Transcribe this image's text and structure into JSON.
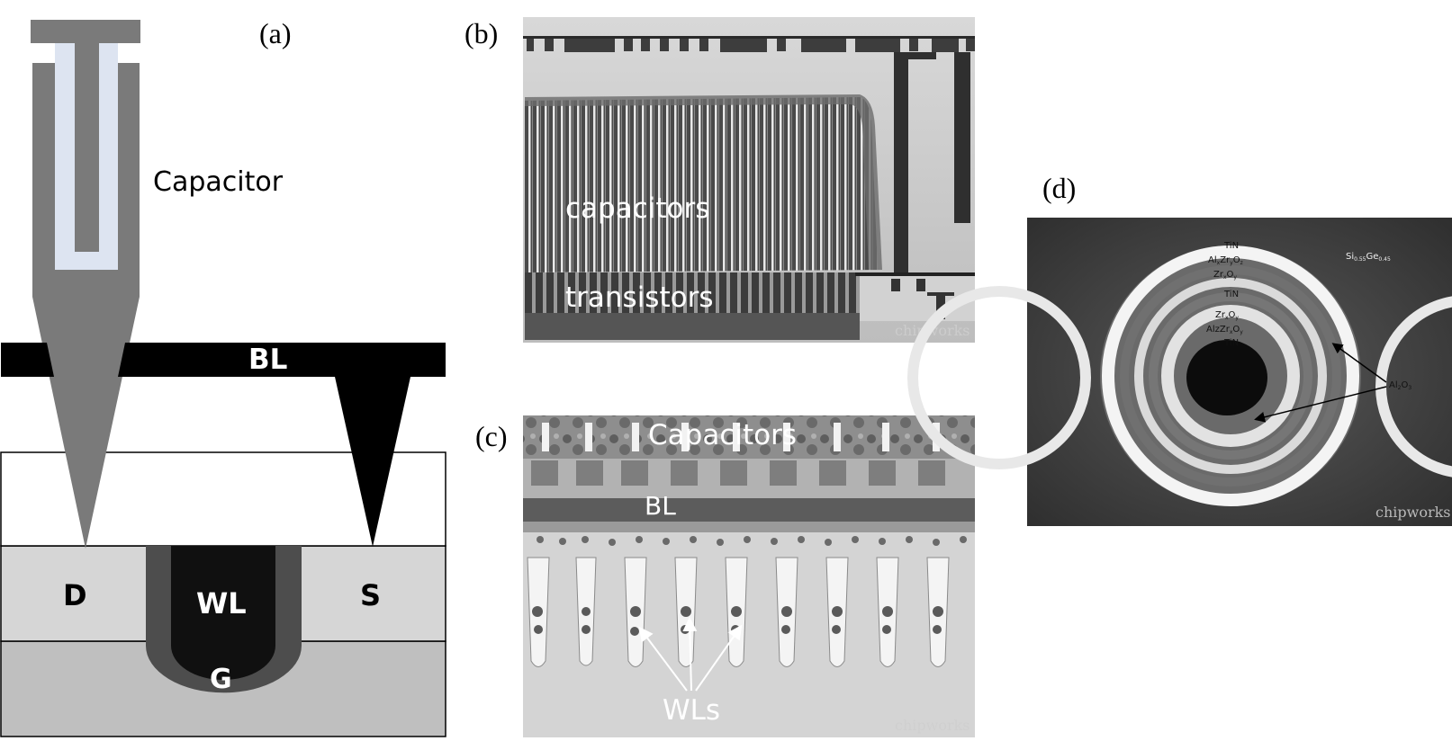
{
  "panels": {
    "a": {
      "tag": "(a)",
      "capacitor": "Capacitor",
      "bl": "BL",
      "drain": "D",
      "source": "S",
      "wordline": "WL",
      "gate": "G"
    },
    "b": {
      "tag": "(b)",
      "capacitors": "capacitors",
      "transistors": "transistors",
      "watermark": "chipworks"
    },
    "c": {
      "tag": "(c)",
      "capacitors": "Capacitors",
      "bl": "BL",
      "wls": "WLs",
      "watermark": "chipworks"
    },
    "d": {
      "tag": "(d)",
      "layers": [
        "TiN",
        "Al",
        "Zr",
        "O",
        "TiN",
        "Zr",
        "O",
        "AlzZr",
        "O",
        "TiN"
      ],
      "material": "Si",
      "al2o3": "Al",
      "watermark": "chipworks"
    }
  },
  "colors": {
    "dark_gray": "#7a7a7a",
    "light_blue": "#dde4f1",
    "black": "#000000",
    "well_light": "#d6d6d6",
    "substrate": "#bfbfbf",
    "gate_ring": "#4d4d4d",
    "wl_core": "#101010"
  }
}
